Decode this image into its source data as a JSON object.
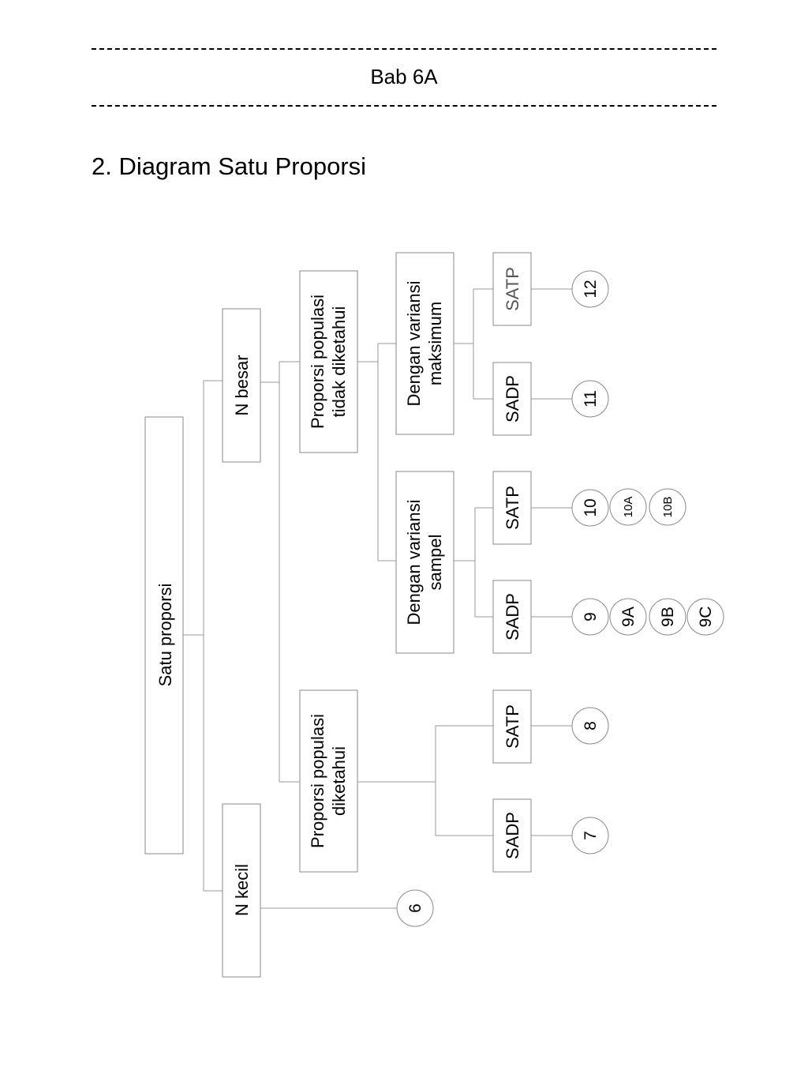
{
  "header": {
    "chapter": "Bab 6A",
    "heading": "2. Diagram Satu Proporsi"
  },
  "diagram": {
    "root": "Satu proporsi",
    "n_besar": "N besar",
    "n_kecil": "N kecil",
    "prop_tidak_line1": "Proporsi populasi",
    "prop_tidak_line2": "tidak diketahui",
    "prop_diketahui_line1": "Proporsi populasi",
    "prop_diketahui_line2": "diketahui",
    "var_maks_line1": "Dengan variansi",
    "var_maks_line2": "maksimum",
    "var_sampel_line1": "Dengan variansi",
    "var_sampel_line2": "sampel",
    "satp": "SATP",
    "sadp": "SADP",
    "nodes": {
      "n12": "12",
      "n11": "11",
      "n10": "10",
      "n10a": "10A",
      "n10b": "10B",
      "n9": "9",
      "n9a": "9A",
      "n9b": "9B",
      "n9c": "9C",
      "n8": "8",
      "n7": "7",
      "n6": "6"
    }
  }
}
